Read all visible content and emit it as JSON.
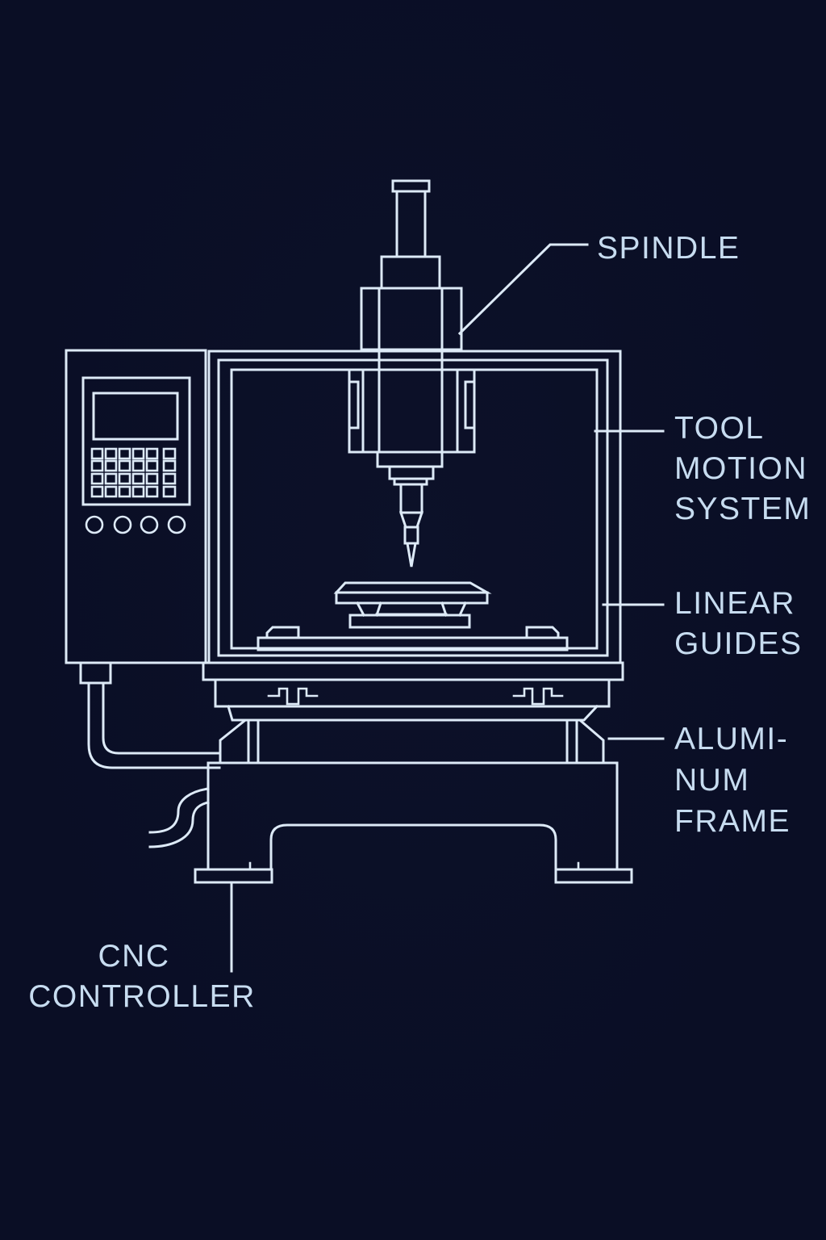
{
  "diagram": {
    "subject": "CNC milling machine",
    "style": "blueprint line art on dark navy"
  },
  "colors": {
    "background": "#0a0e25",
    "line": "#ddeaf7",
    "label": "#c7dcf0"
  },
  "labels": {
    "spindle": "SPINDLE",
    "tool_motion_system": [
      "TOOL",
      "MOTION",
      "SYSTEM"
    ],
    "linear_guides": [
      "LINEAR",
      "GUIDES"
    ],
    "aluminum_frame": [
      "ALUMI-",
      "NUM",
      "FRAME"
    ],
    "cnc_controller": [
      "CNC",
      "CONTROLLER"
    ]
  }
}
